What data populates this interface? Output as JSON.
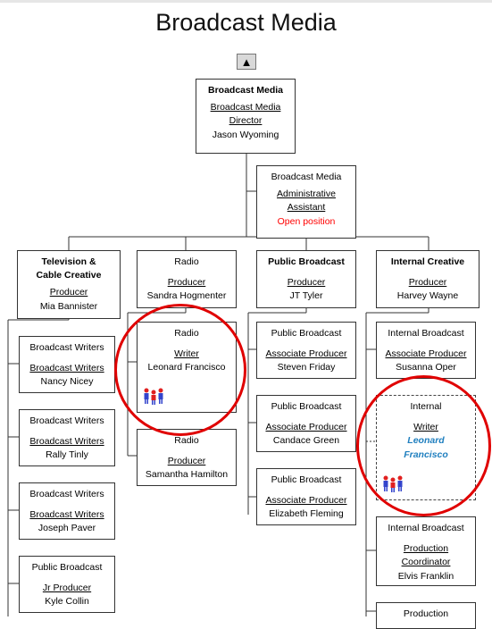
{
  "title": "Broadcast Media",
  "nav": {
    "up_symbol": "▲"
  },
  "top": {
    "unit": "Broadcast Media",
    "role1": "Broadcast Media",
    "role2": "Director",
    "name": "Jason Wyoming"
  },
  "assistant": {
    "unit": "Broadcast Media",
    "role1": "Administrative",
    "role2": "Assistant",
    "name": "Open position",
    "name_color": "#ff0000"
  },
  "departments": [
    {
      "unit1": "Television &",
      "unit2": "Cable Creative",
      "role": "Producer",
      "name": "Mia Bannister"
    },
    {
      "unit": "Radio",
      "role": "Producer",
      "name": "Sandra Hogmenter"
    },
    {
      "unit": "Public Broadcast",
      "role": "Producer",
      "name": "JT Tyler"
    },
    {
      "unit": "Internal Creative",
      "role": "Producer",
      "name": "Harvey Wayne"
    }
  ],
  "col1": [
    {
      "unit": "Broadcast Writers",
      "role": "Broadcast Writers",
      "name": "Nancy Nicey"
    },
    {
      "unit": "Broadcast Writers",
      "role": "Broadcast Writers",
      "name": "Rally Tinly"
    },
    {
      "unit": "Broadcast Writers",
      "role": "Broadcast Writers",
      "name": "Joseph Paver"
    },
    {
      "unit": "Public Broadcast",
      "role": "Jr Producer",
      "name": "Kyle Collin"
    }
  ],
  "col2": [
    {
      "unit": "Radio",
      "role": "Writer",
      "name": "Leonard Francisco"
    },
    {
      "unit": "Radio",
      "role": "Producer",
      "name": "Samantha Hamilton"
    }
  ],
  "col3": [
    {
      "unit": "Public Broadcast",
      "role": "Associate Producer",
      "name": "Steven Friday"
    },
    {
      "unit": "Public Broadcast",
      "role": "Associate Producer",
      "name": "Candace Green"
    },
    {
      "unit": "Public Broadcast",
      "role": "Associate Producer",
      "name": "Elizabeth Fleming"
    }
  ],
  "col4": [
    {
      "unit": "Internal Broadcast",
      "role": "Associate Producer",
      "name": "Susanna Oper"
    },
    {
      "unit": "Internal",
      "role": "Writer",
      "name1": "Leonard",
      "name2": "Francisco",
      "name_color": "#1f7fbf"
    },
    {
      "unit": "Internal Broadcast",
      "role1": "Production",
      "role2": "Coordinator",
      "name": "Elvis Franklin"
    },
    {
      "unit": "Production"
    }
  ],
  "highlight_color": "#e00000",
  "team_icon": "team-people-icon"
}
